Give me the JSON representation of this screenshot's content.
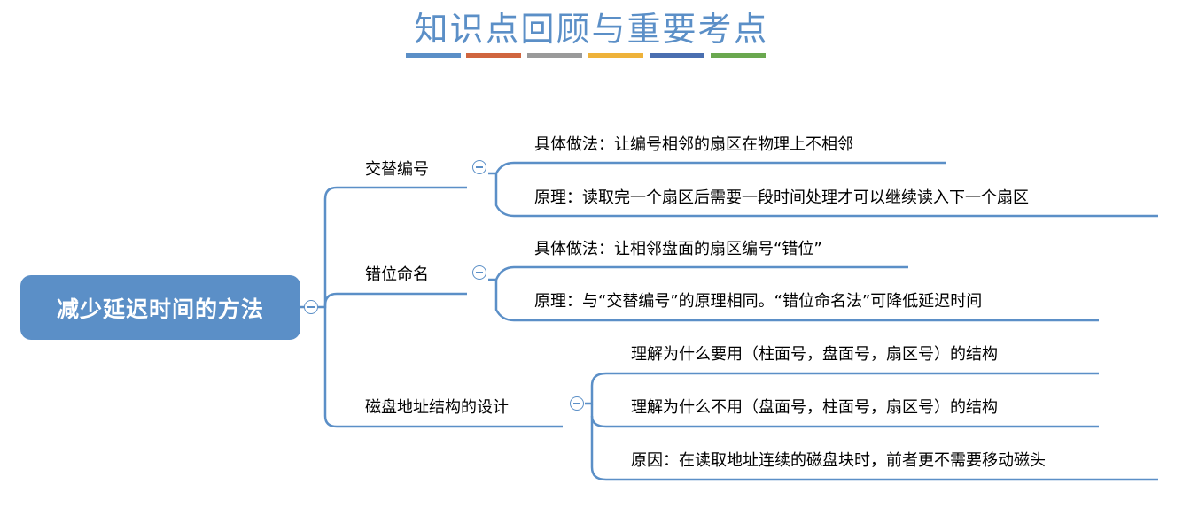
{
  "title": "知识点回顾与重要考点",
  "title_bar_colors": [
    "#5b8fc7",
    "#d0653e",
    "#9a9a9a",
    "#eeb23a",
    "#4a6fb0",
    "#6aa84f"
  ],
  "accent_color": "#5b8fc7",
  "root": {
    "label": "减少延迟时间的方法"
  },
  "branches": [
    {
      "label": "交替编号",
      "leaves": [
        "具体做法：让编号相邻的扇区在物理上不相邻",
        "原理：读取完一个扇区后需要一段时间处理才可以继续读入下一个扇区"
      ]
    },
    {
      "label": "错位命名",
      "leaves": [
        "具体做法：让相邻盘面的扇区编号“错位”",
        "原理：与“交替编号”的原理相同。“错位命名法”可降低延迟时间"
      ]
    },
    {
      "label": "磁盘地址结构的设计",
      "leaves": [
        "理解为什么要用（柱面号，盘面号，扇区号）的结构",
        "理解为什么不用（盘面号，柱面号，扇区号）的结构",
        "原因：在读取地址连续的磁盘块时，前者更不需要移动磁头"
      ]
    }
  ]
}
